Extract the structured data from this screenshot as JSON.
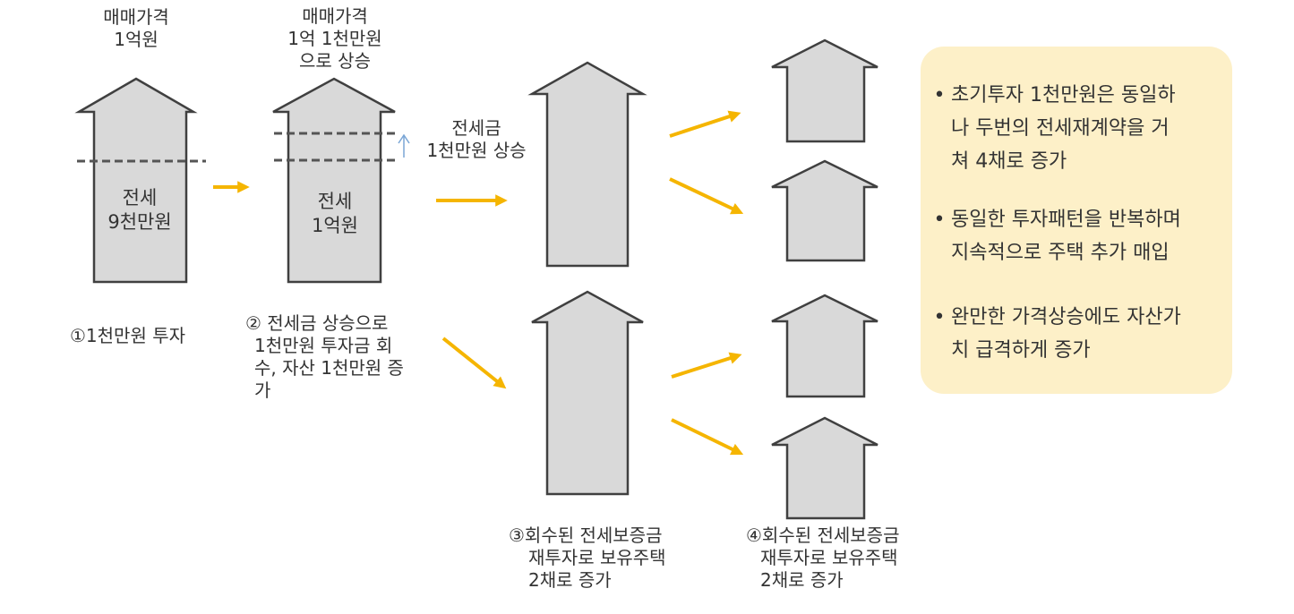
{
  "colors": {
    "house_fill": "#d9d9d9",
    "house_stroke": "#404040",
    "arrow": "#f5b500",
    "note_bg": "#fdf0c8",
    "small_arrow": "#7aa6d6"
  },
  "house1": {
    "price_label": [
      "매매가격",
      "1억원"
    ],
    "inside_label": [
      "전세",
      "9천만원"
    ],
    "caption": [
      "①1천만원 투자"
    ]
  },
  "house2": {
    "price_label": [
      "매매가격",
      "1억 1천만원",
      "으로 상승"
    ],
    "inside_label": [
      "전세",
      "1억원"
    ],
    "caption": [
      "② 전세금 상승으로",
      "1천만원 투자금 회",
      "수, 자산 1천만원 증",
      "가"
    ]
  },
  "rise_label": [
    "전세금",
    "1천만원 상승"
  ],
  "step3_caption": [
    "③회수된 전세보증금",
    "재투자로 보유주택",
    "2채로 증가"
  ],
  "step4_caption": [
    "④회수된 전세보증금",
    "재투자로 보유주택",
    "2채로 증가"
  ],
  "notes": [
    [
      "초기투자 1천만원은 동일하",
      "나 두번의 전세재계약을 거",
      "쳐 4채로 증가"
    ],
    [
      "동일한 투자패턴을 반복하며",
      "지속적으로 주택 추가 매입"
    ],
    [
      "완만한 가격상승에도 자산가",
      "치 급격하게 증가"
    ]
  ],
  "bullet_symbol": "•"
}
